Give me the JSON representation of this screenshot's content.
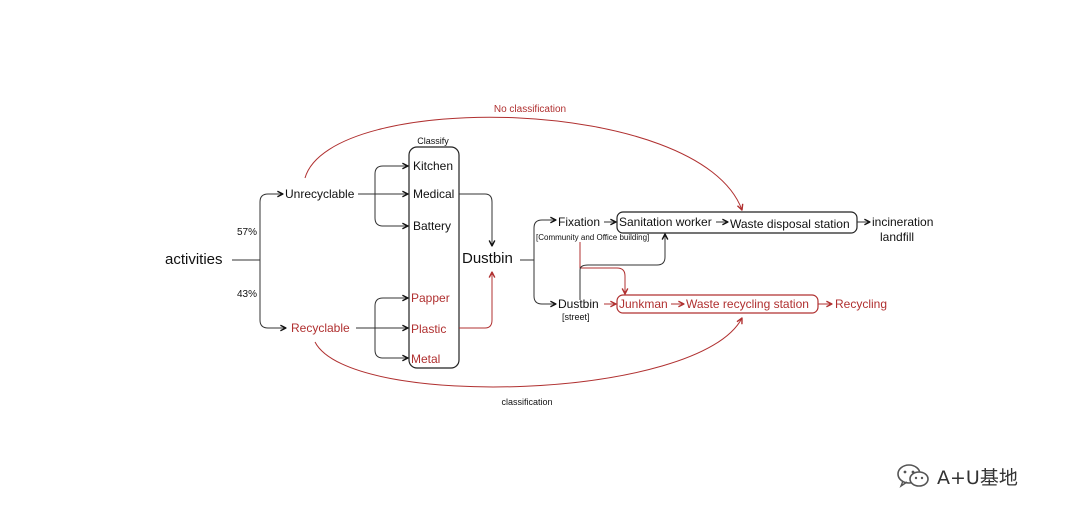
{
  "labels": {
    "no_classification": "No classification",
    "classify": "Classify",
    "classification": "classification",
    "activities": "activities",
    "pct_57": "57%",
    "pct_43": "43%",
    "unrecyclable": "Unrecyclable",
    "recyclable": "Recyclable",
    "kitchen": "Kitchen",
    "medical": "Medical",
    "battery": "Battery",
    "papper": "Papper",
    "plastic": "Plastic",
    "metal": "Metal",
    "dustbin_main": "Dustbin",
    "fixation": "Fixation",
    "community": "[Community and Office building]",
    "dustbin_street": "Dustbin",
    "street": "[street]",
    "sanitation_worker": "Sanitation worker",
    "waste_disposal_station": "Waste disposal station",
    "incineration": "incineration",
    "landfill": "landfill",
    "junkman": "Junkman",
    "waste_recycling_station": "Waste recycling station",
    "recycling": "Recycling"
  },
  "watermark": {
    "text": "A+U基地",
    "icon": "wechat-icon"
  },
  "colors": {
    "black": "#111111",
    "red": "#b03030",
    "background": "#ffffff"
  }
}
